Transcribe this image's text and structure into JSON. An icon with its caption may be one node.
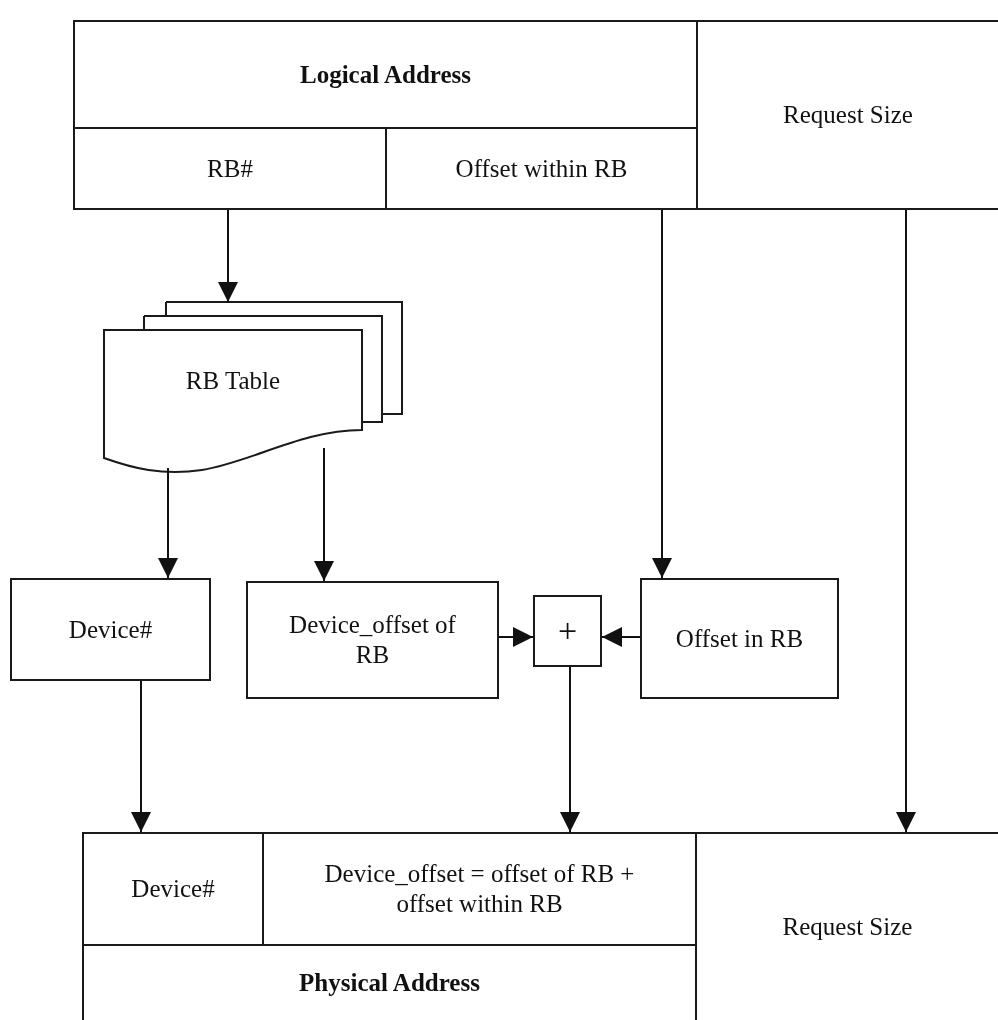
{
  "diagram": {
    "nodes": [
      {
        "text": [
          "Logical Address"
        ]
      },
      {
        "text": [
          "RB#"
        ]
      },
      {
        "text": [
          "Offset within RB"
        ]
      },
      {
        "text": [
          "Request Size"
        ]
      },
      {
        "text": [
          "RB Table"
        ]
      },
      {
        "text": [
          "Device#"
        ]
      },
      {
        "text": [
          "Device_offset of RB"
        ]
      },
      {
        "text": [
          "+"
        ]
      },
      {
        "text": [
          "Offset in RB"
        ]
      },
      {
        "text": [
          "Device#"
        ]
      },
      {
        "text": [
          "Device_offset = offset of RB + offset within RB"
        ]
      },
      {
        "text": [
          "Request Size"
        ]
      },
      {
        "text": [
          "Physical Address"
        ]
      }
    ],
    "edges": [
      {
        "from": 1,
        "to": 4,
        "arrow": "to"
      },
      {
        "from": 2,
        "to": 8,
        "arrow": "to"
      },
      {
        "from": 3,
        "to": 11,
        "arrow": "to"
      },
      {
        "from": 4,
        "to": 5,
        "arrow": "to"
      },
      {
        "from": 4,
        "to": 6,
        "arrow": "to"
      },
      {
        "from": 6,
        "to": 7,
        "arrow": "to"
      },
      {
        "from": 8,
        "to": 7,
        "arrow": "to"
      },
      {
        "from": 5,
        "to": 9,
        "arrow": "to"
      },
      {
        "from": 7,
        "to": 10,
        "arrow": "to"
      }
    ]
  }
}
